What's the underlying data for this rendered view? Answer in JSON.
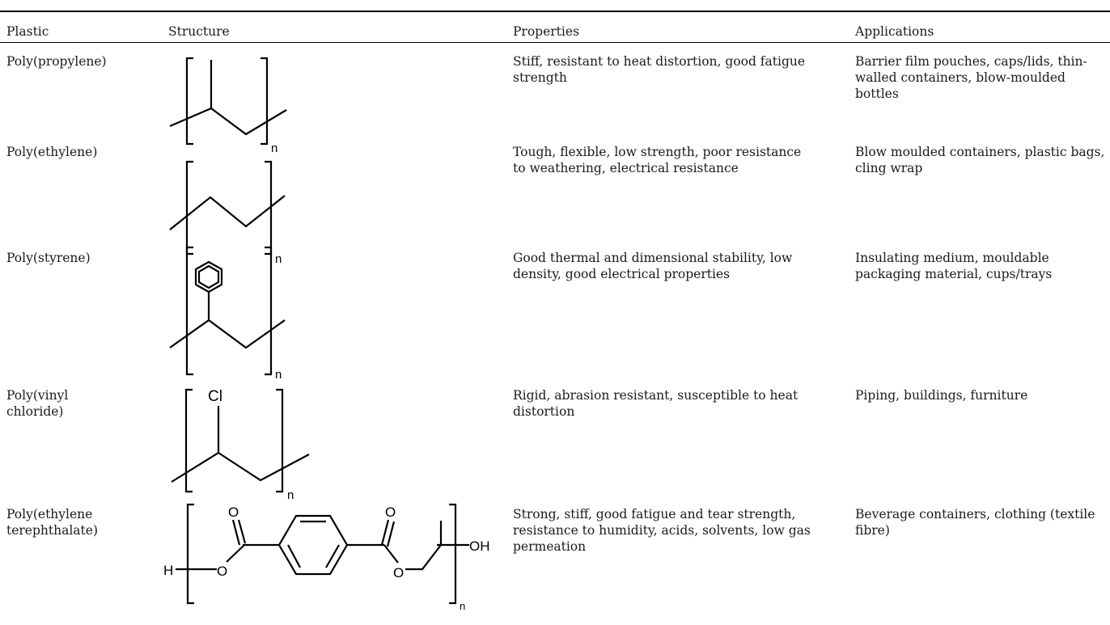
{
  "table": {
    "headers": {
      "plastic": "Plastic",
      "structure": "Structure",
      "properties": "Properties",
      "applications": "Applications"
    },
    "rows": [
      {
        "plastic": "Poly(propylene)",
        "properties": "Stiff, resistant to heat distortion, good fatigue strength",
        "applications": "Barrier film pouches, caps/lids, thin-walled containers, blow-moulded bottles",
        "structure_labels": {
          "n": "n"
        }
      },
      {
        "plastic": "Poly(ethylene)",
        "properties": "Tough, flexible, low strength, poor resistance to weathering, electrical resistance",
        "applications": "Blow moulded containers, plastic bags, cling wrap",
        "structure_labels": {
          "n": "n"
        }
      },
      {
        "plastic": "Poly(styrene)",
        "properties": "Good thermal and dimensional stability, low density, good electrical properties",
        "applications": "Insulating medium, mouldable packaging material, cups/trays",
        "structure_labels": {
          "n": "n"
        }
      },
      {
        "plastic": "Poly(vinyl chloride)",
        "properties": "Rigid, abrasion resistant, susceptible to heat distortion",
        "applications": "Piping, buildings, furniture",
        "structure_labels": {
          "n": "n",
          "substituent": "Cl"
        }
      },
      {
        "plastic": "Poly(ethylene terephthalate)",
        "properties": "Strong, stiff, good fatigue and tear strength, resistance to humidity, acids, solvents, low gas permeation",
        "applications": "Beverage containers, clothing (textile fibre)",
        "structure_labels": {
          "n": "n",
          "o1": "O",
          "o2": "O",
          "o3": "O",
          "o4": "O",
          "h": "H",
          "oh": "OH"
        }
      }
    ]
  }
}
